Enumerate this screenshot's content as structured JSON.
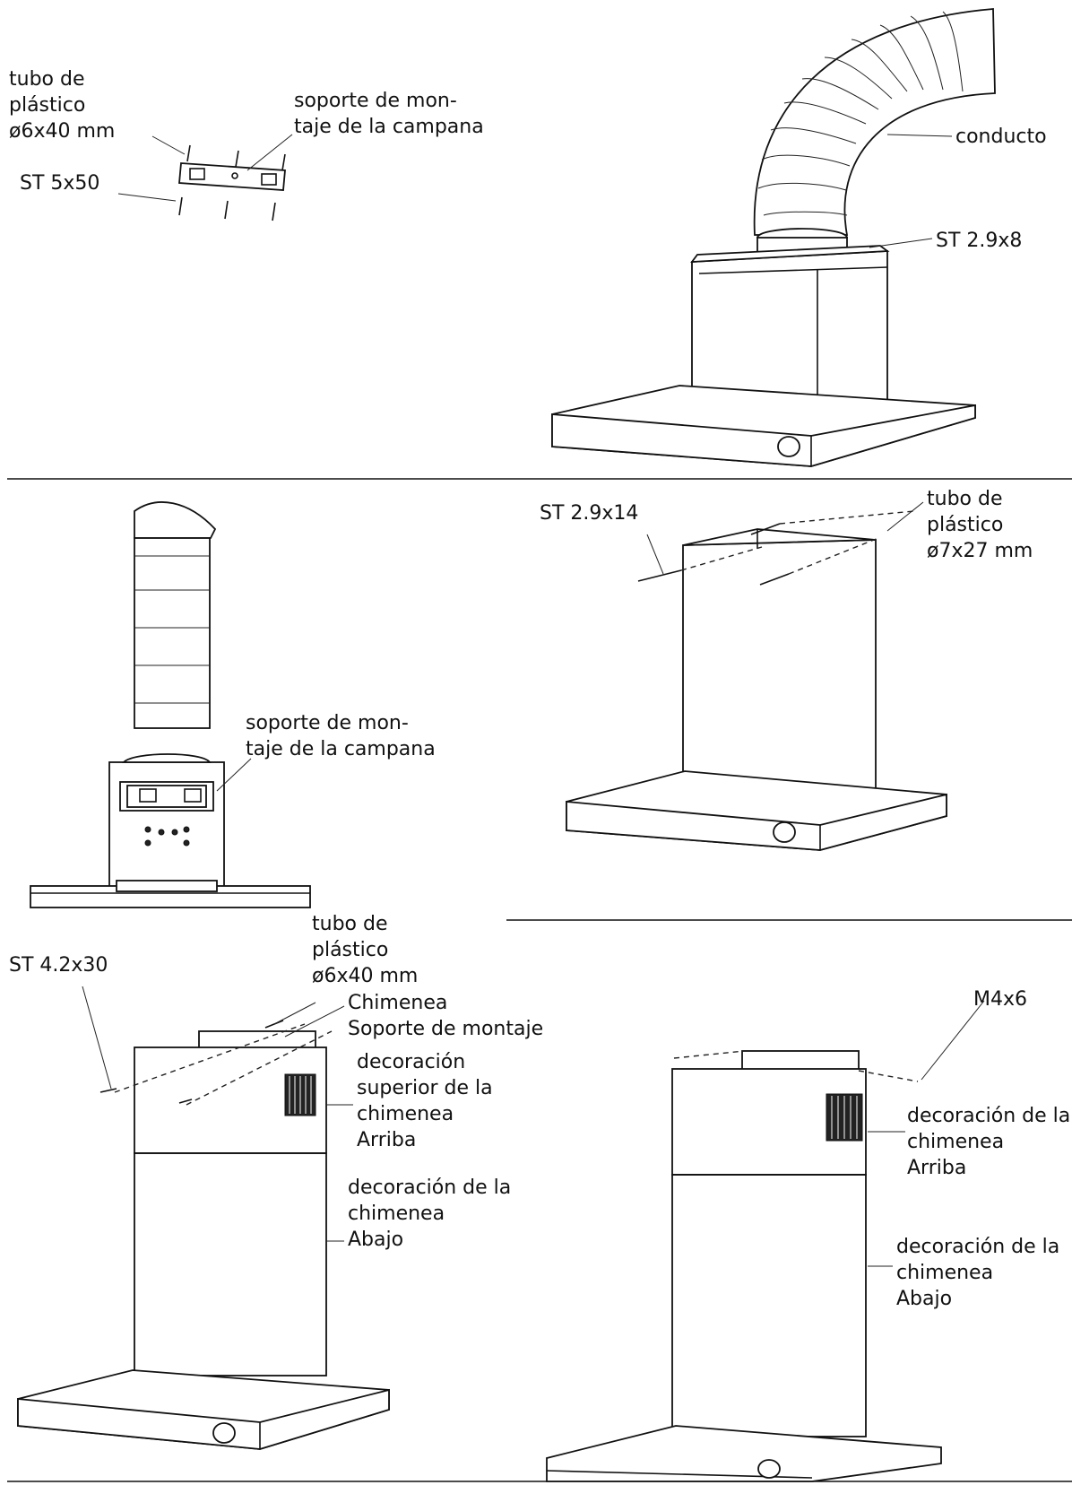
{
  "labels": {
    "p1_tube": [
      "tubo de",
      "plástico",
      "ø6x40 mm"
    ],
    "p1_bracket": [
      "soporte de mon-",
      "taje de la campana"
    ],
    "p1_screw": "ST 5x50",
    "p2_duct": "conducto",
    "p2_screw": "ST 2.9x8",
    "p3_bracket": [
      "soporte de mon-",
      "taje de la campana"
    ],
    "p4_screw": "ST 2.9x14",
    "p4_tube": [
      "tubo de",
      "plástico",
      "ø7x27 mm"
    ],
    "p5_screw": "ST 4.2x30",
    "p5_tube": [
      "tubo de",
      "plástico",
      "ø6x40 mm"
    ],
    "p5_chim_bracket": [
      "Chimenea",
      "Soporte de montaje"
    ],
    "p5_top_deco": [
      "decoración",
      "superior de la",
      "chimenea",
      "Arriba"
    ],
    "p5_bottom_deco": [
      "decoración de la",
      "chimenea",
      "Abajo"
    ],
    "p6_screw": "M4x6",
    "p6_top_deco": [
      "decoración de la",
      "chimenea",
      "Arriba"
    ],
    "p6_bottom_deco": [
      "decoración de la",
      "chimenea",
      "Abajo"
    ]
  }
}
